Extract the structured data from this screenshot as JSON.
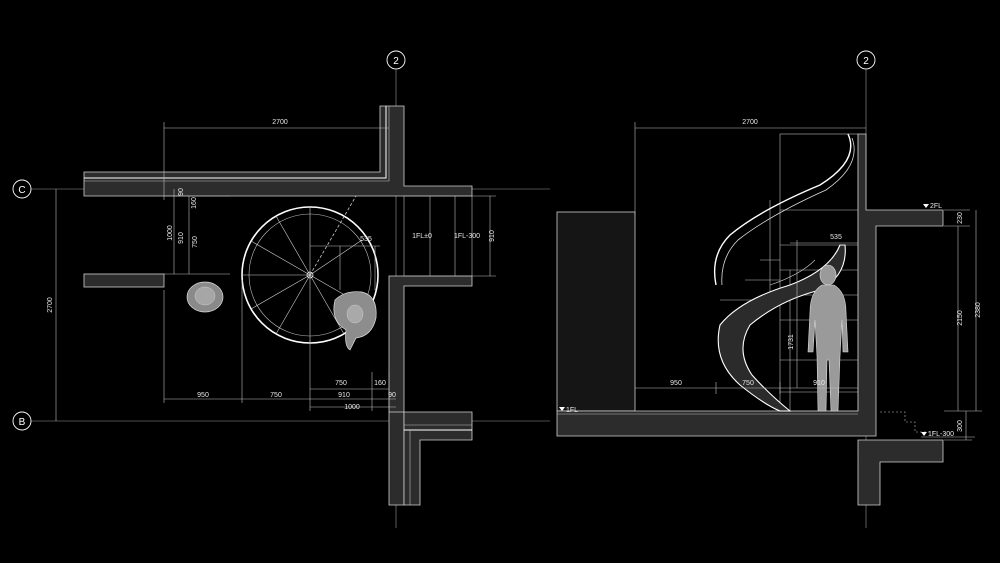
{
  "grid_labels": {
    "c": "C",
    "b": "B",
    "two_plan": "2",
    "two_section": "2"
  },
  "plan": {
    "d_2700_top": "2700",
    "d_2700_left": "2700",
    "d_90": "90",
    "d_160_top": "160",
    "d_1000_left": "1000",
    "d_910_left": "910",
    "d_750_left": "750",
    "d_535": "535",
    "level_1": "1FL±0",
    "level_2": "1FL-300",
    "d_910_right": "910",
    "d_750_bottom": "750",
    "d_160_bottom": "160",
    "d_950": "950",
    "d_750_b2": "750",
    "d_910_b2": "910",
    "d_90_b2": "90",
    "d_1000_bottom": "1000"
  },
  "section": {
    "d_2700_top": "2700",
    "d_535": "535",
    "d_1731": "1731",
    "d_950": "950",
    "d_750": "750",
    "d_910": "910",
    "level_2fl": "2FL",
    "level_1fl": "1FL",
    "level_1fl_300": "1FL-300",
    "d_230": "230",
    "d_2150": "2150",
    "d_2380": "2380",
    "d_300": "300"
  }
}
